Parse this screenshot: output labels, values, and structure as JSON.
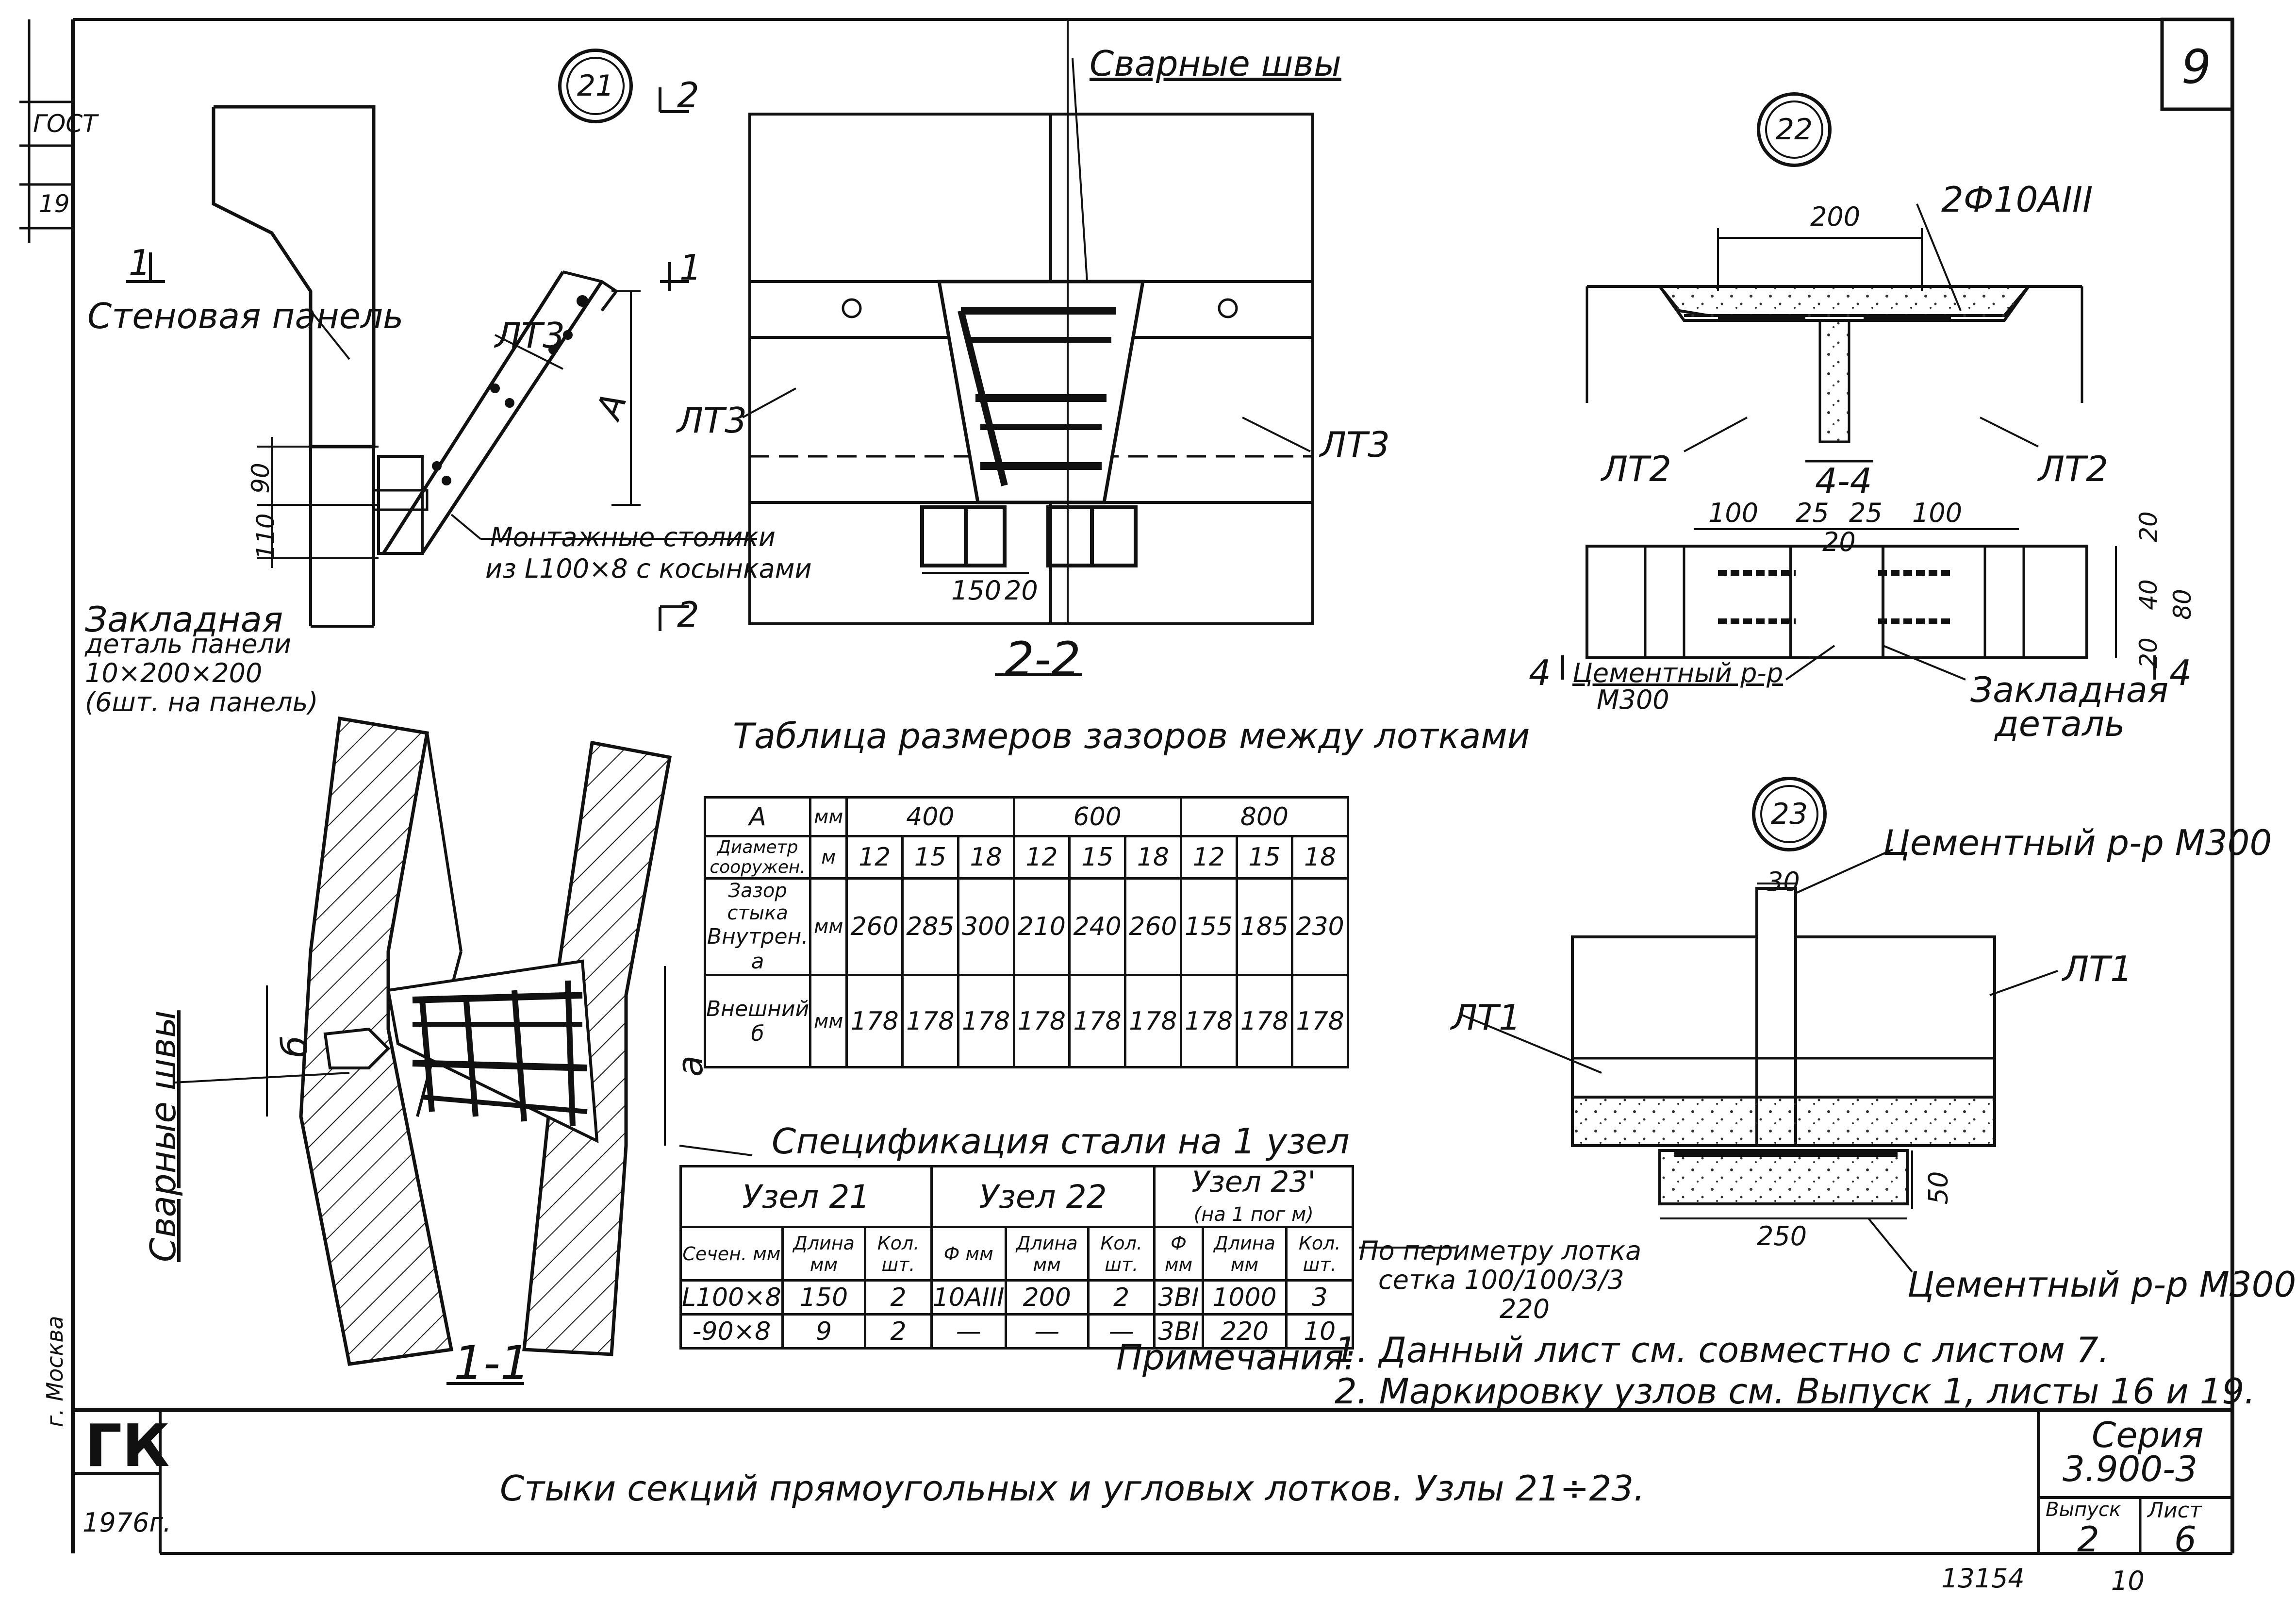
{
  "sheet": {
    "sheet_number": "9",
    "title_block": {
      "stamp": "ГК",
      "year": "1976г.",
      "title": "Стыки секций прямоугольных и угловых лотков. Узлы 21÷23.",
      "series_label": "Серия",
      "series_value": "3.900-3",
      "issue_label": "Выпуск",
      "issue_value": "2",
      "sheet_label": "Лист",
      "sheet_value": "6",
      "bottom_code": "13154",
      "bottom_page": "10"
    },
    "left_margin": {
      "label1": "ГОСТ",
      "label2": "19",
      "vertical": "г. Москва"
    }
  },
  "node21": {
    "circle": "21",
    "labels": {
      "wall_panel": "Стеновая панель",
      "lt3": "ЛТ3",
      "dim_a": "А",
      "dim_110": "110",
      "dim_90": "90",
      "mounting": "Монтажные столики",
      "mounting2": "из L100×8 с косынками",
      "embedded1": "Закладная",
      "embedded2": "деталь панели",
      "embedded3": "10×200×200",
      "embedded4": "(6шт. на панель)",
      "cut1": "1",
      "cut2": "2"
    }
  },
  "section22": {
    "weld_label": "Сварные швы",
    "lt3_left": "ЛТ3",
    "lt3_right": "ЛТ3",
    "dim": "150",
    "dim2": "20",
    "caption": "2-2"
  },
  "node22": {
    "circle": "22",
    "rebar": "2Ф10АIII",
    "dim_200": "200",
    "lt2_left": "ЛТ2",
    "lt2_right": "ЛТ2",
    "section": "4-4",
    "dims_top": [
      "100",
      "25",
      "25",
      "100"
    ],
    "dim_20": "20",
    "dims_right": [
      "20",
      "40",
      "80",
      "20"
    ],
    "cut": "4",
    "mortar1": "Цементный р-р",
    "mortar2": "М300",
    "embedded1": "Закладная",
    "embedded2": "деталь"
  },
  "node23": {
    "circle": "23",
    "mortar_top": "Цементный р-р М300",
    "lt1_left": "ЛТ1",
    "lt1_right": "ЛТ1",
    "dim_30": "30",
    "dim_50": "50",
    "dim_250": "250",
    "mortar_bottom": "Цементный р-р М300",
    "perimeter1": "По периметру лотка",
    "perimeter2": "сетка 100/100/3/3",
    "perimeter3": "220"
  },
  "section11": {
    "weld_label": "Сварные швы",
    "dim_b": "б",
    "dim_a": "а",
    "caption": "1-1"
  },
  "gap_table": {
    "title": "Таблица размеров зазоров между лотками",
    "header": {
      "a": "А",
      "mm": "мм",
      "groups": [
        "400",
        "600",
        "800"
      ]
    },
    "diameter_label": "Диаметр сооружен.",
    "diameter_unit": "м",
    "diameters": [
      "12",
      "15",
      "18",
      "12",
      "15",
      "18",
      "12",
      "15",
      "18"
    ],
    "side_label": "Зазор стыка",
    "rows": [
      {
        "label": "Внутрен. а",
        "unit": "мм",
        "values": [
          "260",
          "285",
          "300",
          "210",
          "240",
          "260",
          "155",
          "185",
          "230"
        ]
      },
      {
        "label": "Внешний б",
        "unit": "мм",
        "values": [
          "178",
          "178",
          "178",
          "178",
          "178",
          "178",
          "178",
          "178",
          "178"
        ]
      }
    ]
  },
  "steel_table": {
    "title": "Спецификация стали на 1 узел",
    "groups": [
      {
        "name": "Узел 21",
        "sub": ""
      },
      {
        "name": "Узел 22",
        "sub": ""
      },
      {
        "name": "Узел 23'",
        "sub": "(на 1 пог м)"
      }
    ],
    "columns": [
      "Сечен. мм",
      "Длина мм",
      "Кол. шт.",
      "Ф мм",
      "Длина мм",
      "Кол. шт.",
      "Ф мм",
      "Длина мм",
      "Кол. шт."
    ],
    "rows": [
      [
        "L100×8",
        "150",
        "2",
        "10АIII",
        "200",
        "2",
        "3ВI",
        "1000",
        "3"
      ],
      [
        "-90×8",
        "9",
        "2",
        "—",
        "—",
        "—",
        "3ВI",
        "220",
        "10"
      ]
    ]
  },
  "notes": {
    "label": "Примечания:",
    "items": [
      "1. Данный лист см. совместно с листом 7.",
      "2. Маркировку узлов см. Выпуск 1, листы 16 и 19."
    ]
  }
}
